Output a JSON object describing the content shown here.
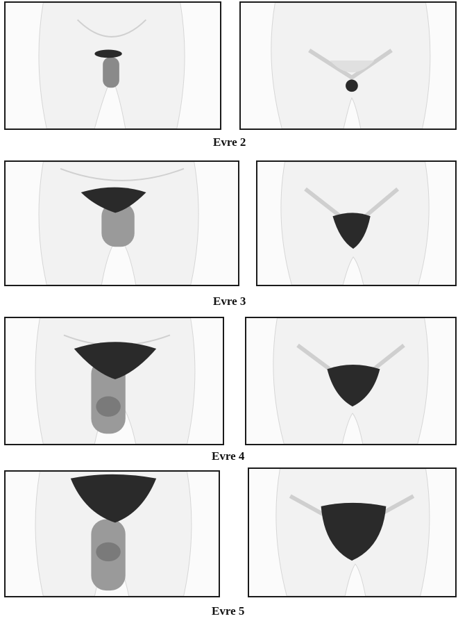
{
  "stages": [
    {
      "label": "Evre 2",
      "male_icon": "male-pubic-hair-stage-icon",
      "female_icon": "female-pubic-hair-stage-icon"
    },
    {
      "label": "Evre 3",
      "male_icon": "male-pubic-hair-stage-icon",
      "female_icon": "female-pubic-hair-stage-icon"
    },
    {
      "label": "Evre 4",
      "male_icon": "male-pubic-hair-stage-icon",
      "female_icon": "female-pubic-hair-stage-icon"
    },
    {
      "label": "Evre 5",
      "male_icon": "male-pubic-hair-stage-icon",
      "female_icon": "female-pubic-hair-stage-icon"
    }
  ],
  "colors": {
    "border": "#1a1a1a",
    "skin": "#f2f2f2",
    "skin_shade": "#cfcfcf",
    "organ": "#8a8a8a",
    "hair": "#2a2a2a"
  }
}
